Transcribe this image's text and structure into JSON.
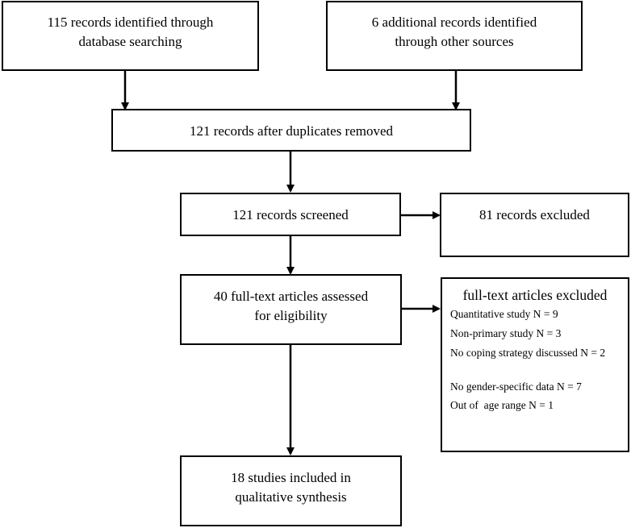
{
  "flow": {
    "identified_db": "115 records identified through database searching",
    "identified_db_l1": "115 records identified through",
    "identified_db_l2": "database searching",
    "identified_other_l1": "6 additional records identified",
    "identified_other_l2": "through other sources",
    "after_duplicates": "121 records after duplicates removed",
    "screened": "121 records screened",
    "excluded": "81 records excluded",
    "assessed_l1": "40 full-text articles assessed",
    "assessed_l2": "for eligibility",
    "fulltext_excluded_title": "full-text articles excluded",
    "fulltext_excluded_reasons": [
      "Quantitative study N = 9",
      "Non-primary study N = 3",
      "No coping strategy discussed N = 2",
      "No gender-specific data N = 7",
      "Out of  age range N = 1"
    ],
    "included_l1": "18 studies included in",
    "included_l2": "qualitative synthesis"
  }
}
